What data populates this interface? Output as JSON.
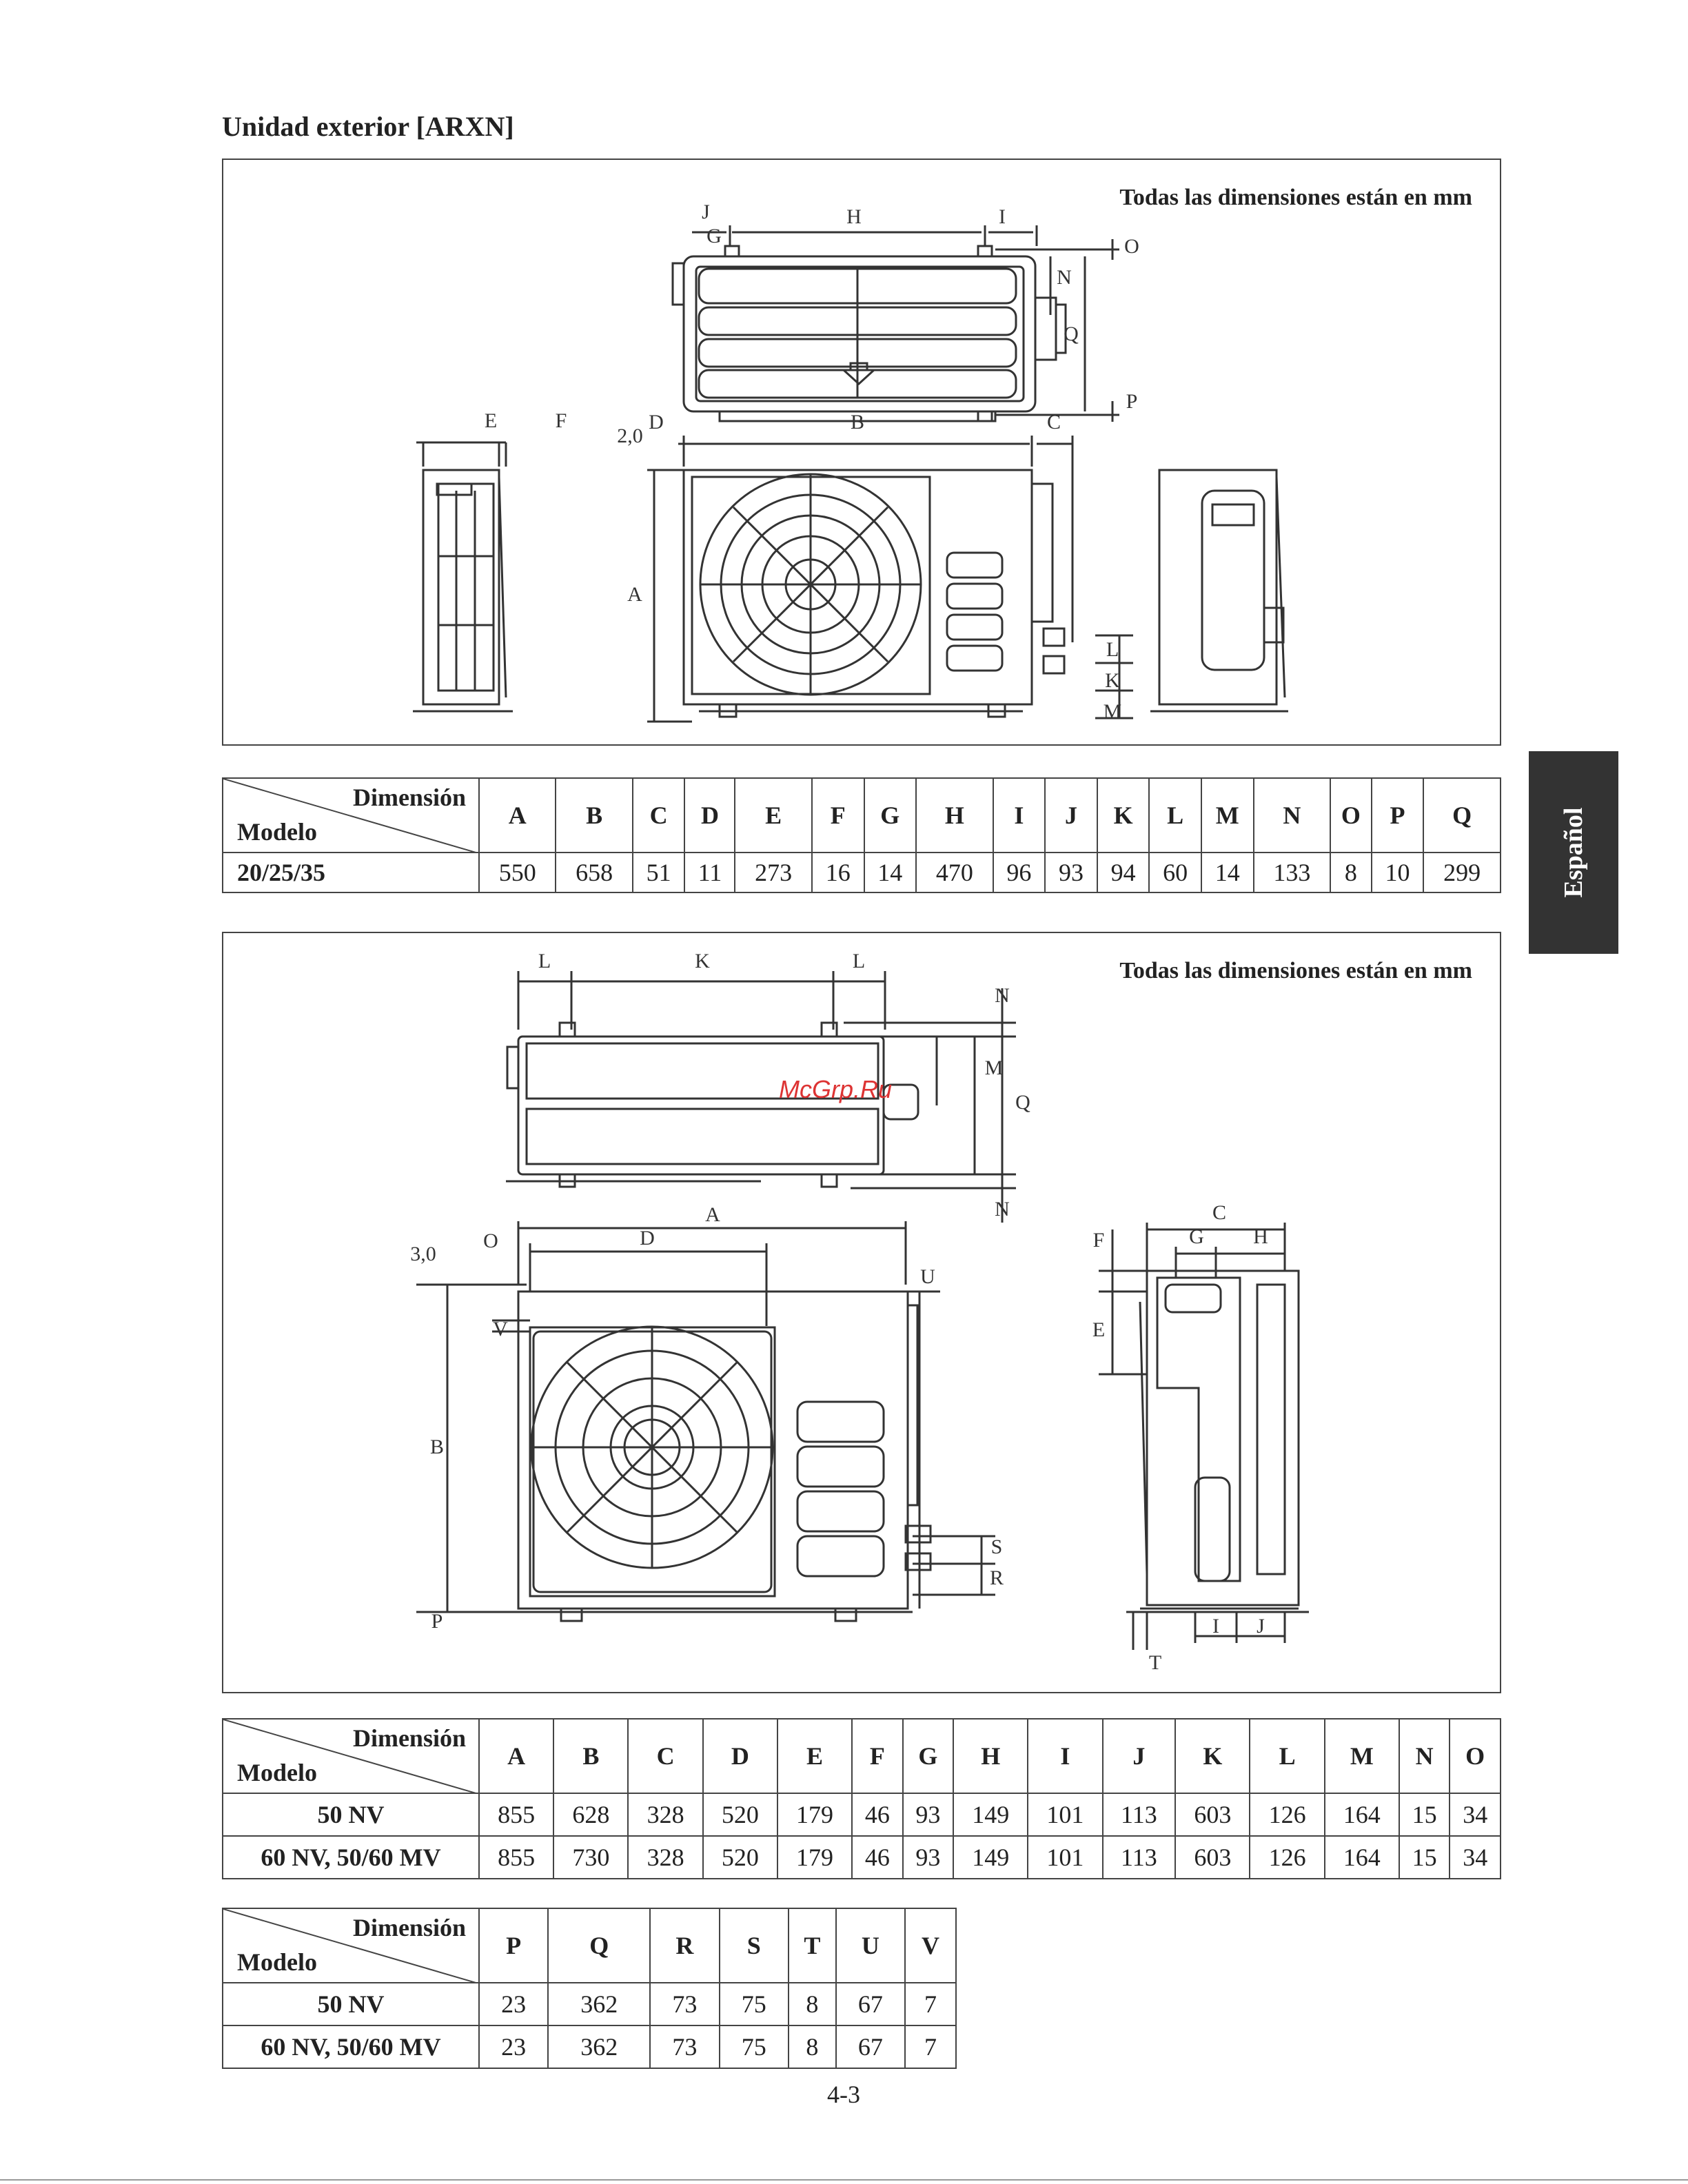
{
  "section_title": "Unidad exterior [ARXN]",
  "note": "Todas las dimensiones están en mm",
  "side_tab": "Español",
  "watermark": "McGrp.Ru",
  "page_number": "4-3",
  "header_labels": {
    "dimension": "Dimensión",
    "model": "Modelo"
  },
  "diagram1_labels": {
    "A": "A",
    "B": "B",
    "C": "C",
    "D": "D",
    "E": "E",
    "F": "F",
    "G": "G",
    "H": "H",
    "I": "I",
    "J": "J",
    "K": "K",
    "L": "L",
    "M": "M",
    "N": "N",
    "O": "O",
    "P": "P",
    "Q": "Q",
    "gap": "2,0"
  },
  "diagram2_labels": {
    "A": "A",
    "B": "B",
    "C": "C",
    "D": "D",
    "E": "E",
    "F": "F",
    "G": "G",
    "H": "H",
    "I": "I",
    "J": "J",
    "K": "K",
    "L": "L",
    "M": "M",
    "N": "N",
    "O": "O",
    "P": "P",
    "Q": "Q",
    "R": "R",
    "S": "S",
    "T": "T",
    "U": "U",
    "V": "V",
    "gap": "3,0"
  },
  "table1": {
    "columns": [
      "A",
      "B",
      "C",
      "D",
      "E",
      "F",
      "G",
      "H",
      "I",
      "J",
      "K",
      "L",
      "M",
      "N",
      "O",
      "P",
      "Q"
    ],
    "rows": [
      {
        "model": "20/25/35",
        "values": [
          "550",
          "658",
          "51",
          "11",
          "273",
          "16",
          "14",
          "470",
          "96",
          "93",
          "94",
          "60",
          "14",
          "133",
          "8",
          "10",
          "299"
        ]
      }
    ]
  },
  "table2": {
    "columns": [
      "A",
      "B",
      "C",
      "D",
      "E",
      "F",
      "G",
      "H",
      "I",
      "J",
      "K",
      "L",
      "M",
      "N",
      "O"
    ],
    "rows": [
      {
        "model": "50 NV",
        "values": [
          "855",
          "628",
          "328",
          "520",
          "179",
          "46",
          "93",
          "149",
          "101",
          "113",
          "603",
          "126",
          "164",
          "15",
          "34"
        ]
      },
      {
        "model": "60 NV, 50/60 MV",
        "values": [
          "855",
          "730",
          "328",
          "520",
          "179",
          "46",
          "93",
          "149",
          "101",
          "113",
          "603",
          "126",
          "164",
          "15",
          "34"
        ]
      }
    ]
  },
  "table3": {
    "columns": [
      "P",
      "Q",
      "R",
      "S",
      "T",
      "U",
      "V"
    ],
    "rows": [
      {
        "model": "50 NV",
        "values": [
          "23",
          "362",
          "73",
          "75",
          "8",
          "67",
          "7"
        ]
      },
      {
        "model": "60 NV, 50/60 MV",
        "values": [
          "23",
          "362",
          "73",
          "75",
          "8",
          "67",
          "7"
        ]
      }
    ]
  }
}
